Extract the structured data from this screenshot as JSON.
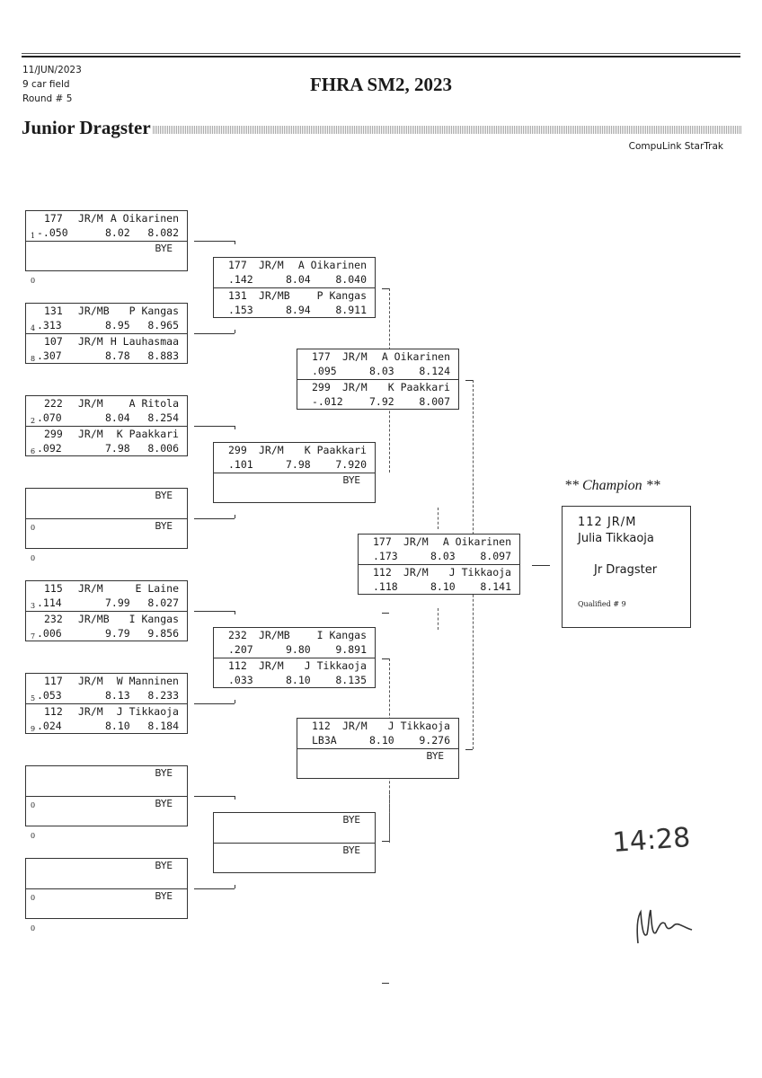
{
  "header": {
    "date": "11/JUN/2023",
    "field": "9 car field",
    "round": "Round # 5",
    "event_title": "FHRA SM2, 2023",
    "class_title": "Junior Dragster",
    "software": "CompuLink StarTrak"
  },
  "round1": [
    {
      "lanes": [
        {
          "qual": "1",
          "car": "177",
          "cls": "JR/M",
          "name": "A Oikarinen",
          "rt": "-.050",
          "et": "8.02",
          "speed": "8.082"
        },
        {
          "qual": "0",
          "bye": "BYE"
        }
      ]
    },
    {
      "lanes": [
        {
          "qual": "4",
          "car": "131",
          "cls": "JR/MB",
          "name": "P Kangas",
          "rt": ".313",
          "et": "8.95",
          "speed": "8.965"
        },
        {
          "qual": "8",
          "car": "107",
          "cls": "JR/M",
          "name": "H Lauhasmaa",
          "rt": ".307",
          "et": "8.78",
          "speed": "8.883"
        }
      ]
    },
    {
      "lanes": [
        {
          "qual": "2",
          "car": "222",
          "cls": "JR/M",
          "name": "A Ritola",
          "rt": ".070",
          "et": "8.04",
          "speed": "8.254"
        },
        {
          "qual": "6",
          "car": "299",
          "cls": "JR/M",
          "name": "K Paakkari",
          "rt": ".092",
          "et": "7.98",
          "speed": "8.006"
        }
      ]
    },
    {
      "lanes": [
        {
          "qual": "0",
          "bye": "BYE"
        },
        {
          "qual": "0",
          "bye": "BYE"
        }
      ]
    },
    {
      "lanes": [
        {
          "qual": "3",
          "car": "115",
          "cls": "JR/M",
          "name": "E Laine",
          "rt": ".114",
          "et": "7.99",
          "speed": "8.027"
        },
        {
          "qual": "7",
          "car": "232",
          "cls": "JR/MB",
          "name": "I Kangas",
          "rt": ".006",
          "et": "9.79",
          "speed": "9.856"
        }
      ]
    },
    {
      "lanes": [
        {
          "qual": "5",
          "car": "117",
          "cls": "JR/M",
          "name": "W Manninen",
          "rt": ".053",
          "et": "8.13",
          "speed": "8.233"
        },
        {
          "qual": "9",
          "car": "112",
          "cls": "JR/M",
          "name": "J Tikkaoja",
          "rt": ".024",
          "et": "8.10",
          "speed": "8.184"
        }
      ]
    },
    {
      "lanes": [
        {
          "qual": "0",
          "bye": "BYE"
        },
        {
          "qual": "0",
          "bye": "BYE"
        }
      ]
    },
    {
      "lanes": [
        {
          "qual": "0",
          "bye": "BYE"
        },
        {
          "qual": "0",
          "bye": "BYE"
        }
      ]
    }
  ],
  "round2": [
    {
      "lanes": [
        {
          "car": "177",
          "cls": "JR/M",
          "name": "A Oikarinen",
          "rt": ".142",
          "et": "8.04",
          "speed": "8.040"
        },
        {
          "car": "131",
          "cls": "JR/MB",
          "name": "P Kangas",
          "rt": ".153",
          "et": "8.94",
          "speed": "8.911"
        }
      ]
    },
    {
      "lanes": [
        {
          "car": "299",
          "cls": "JR/M",
          "name": "K Paakkari",
          "rt": ".101",
          "et": "7.98",
          "speed": "7.920"
        },
        {
          "bye": "BYE"
        }
      ]
    },
    {
      "lanes": [
        {
          "car": "232",
          "cls": "JR/MB",
          "name": "I Kangas",
          "rt": ".207",
          "et": "9.80",
          "speed": "9.891"
        },
        {
          "car": "112",
          "cls": "JR/M",
          "name": "J Tikkaoja",
          "rt": ".033",
          "et": "8.10",
          "speed": "8.135"
        }
      ]
    },
    {
      "lanes": [
        {
          "bye": "BYE"
        },
        {
          "bye": "BYE"
        }
      ]
    }
  ],
  "round3": [
    {
      "lanes": [
        {
          "car": "177",
          "cls": "JR/M",
          "name": "A Oikarinen",
          "rt": ".095",
          "et": "8.03",
          "speed": "8.124"
        },
        {
          "car": "299",
          "cls": "JR/M",
          "name": "K Paakkari",
          "rt": "-.012",
          "et": "7.92",
          "speed": "8.007"
        }
      ]
    },
    {
      "lanes": [
        {
          "car": "112",
          "cls": "JR/M",
          "name": "J Tikkaoja",
          "rt": "LB3A",
          "et": "8.10",
          "speed": "9.276"
        },
        {
          "bye": "BYE"
        }
      ]
    }
  ],
  "final": {
    "lanes": [
      {
        "car": "177",
        "cls": "JR/M",
        "name": "A Oikarinen",
        "rt": ".173",
        "et": "8.03",
        "speed": "8.097"
      },
      {
        "car": "112",
        "cls": "JR/M",
        "name": "J Tikkaoja",
        "rt": ".118",
        "et": "8.10",
        "speed": "8.141"
      }
    ]
  },
  "champion": {
    "label": "** Champion **",
    "car_class": "112  JR/M",
    "name": "Julia Tikkaoja",
    "class": "Jr Dragster",
    "qualified": "Qualified # 9"
  },
  "handwritten": {
    "time": "14:28",
    "signature": "signature"
  }
}
